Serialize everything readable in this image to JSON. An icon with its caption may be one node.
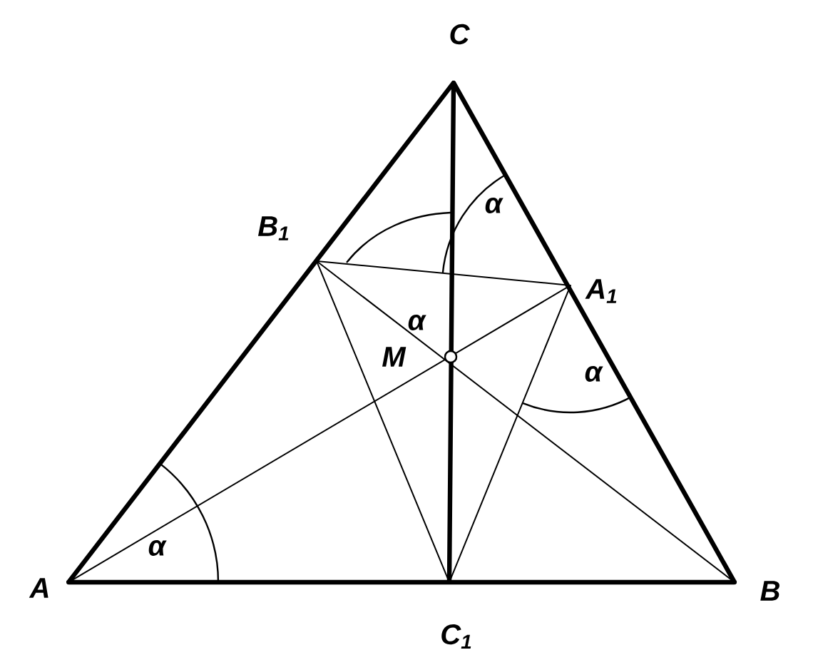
{
  "diagram": {
    "nodes": [
      {
        "text": [
          "C"
        ]
      },
      {
        "text": [
          "B$_{1}$"
        ]
      },
      {
        "text": [
          "A$_{1}$"
        ]
      },
      {
        "text": [
          "M"
        ]
      },
      {
        "text": [
          "A"
        ]
      },
      {
        "text": [
          "C$_{1}$"
        ]
      },
      {
        "text": [
          "B"
        ]
      }
    ],
    "edges": [
      {
        "from": 4,
        "to": 6,
        "arrow": "none",
        "style": "thick"
      },
      {
        "from": 6,
        "to": 0,
        "arrow": "none",
        "style": "thick"
      },
      {
        "from": 0,
        "to": 4,
        "arrow": "none",
        "style": "thick"
      },
      {
        "from": 0,
        "to": 5,
        "arrow": "none",
        "style": "thick"
      },
      {
        "from": 4,
        "to": 2,
        "arrow": "none"
      },
      {
        "from": 6,
        "to": 1,
        "arrow": "none"
      },
      {
        "from": 1,
        "to": 2,
        "arrow": "none"
      },
      {
        "from": 1,
        "to": 5,
        "arrow": "none"
      },
      {
        "from": 2,
        "to": 5,
        "arrow": "none"
      }
    ],
    "labels": [
      "α",
      "α",
      "α",
      "α"
    ]
  }
}
